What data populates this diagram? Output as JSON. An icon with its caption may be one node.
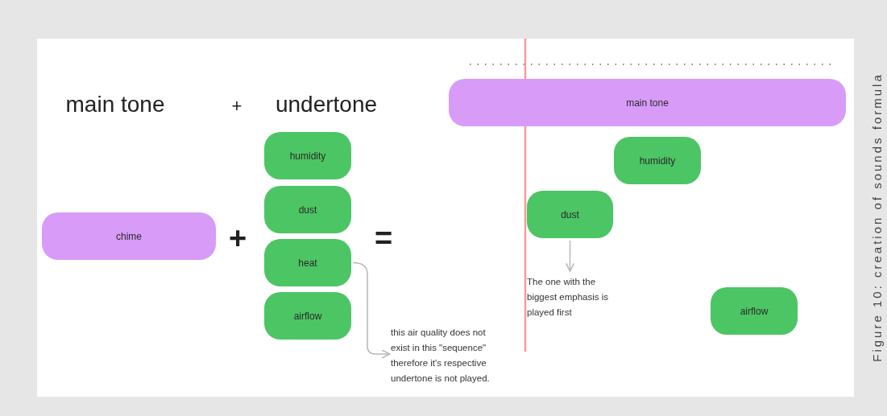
{
  "diagram": {
    "caption": "Figure 10: creation of sounds formula",
    "nodes": [
      {
        "text": [
          "chime"
        ]
      },
      {
        "text": [
          "humidity"
        ]
      },
      {
        "text": [
          "dust"
        ]
      },
      {
        "text": [
          "heat"
        ]
      },
      {
        "text": [
          "airflow"
        ]
      },
      {
        "text": [
          "main tone"
        ]
      },
      {
        "text": [
          "humidity"
        ]
      },
      {
        "text": [
          "dust"
        ]
      },
      {
        "text": [
          "airflow"
        ]
      },
      {
        "text": [
          "this air quality does not exist in this \"sequence\" therefore it's respective undertone is not played."
        ]
      },
      {
        "text": [
          "The one with the biggest emphasis is played first"
        ]
      }
    ],
    "edges": [
      {
        "from": 3,
        "to": 9,
        "arrow": "to"
      },
      {
        "from": 7,
        "to": 10,
        "arrow": "to"
      }
    ],
    "labels": [
      "main tone",
      "+",
      "undertone",
      "+",
      "="
    ]
  }
}
